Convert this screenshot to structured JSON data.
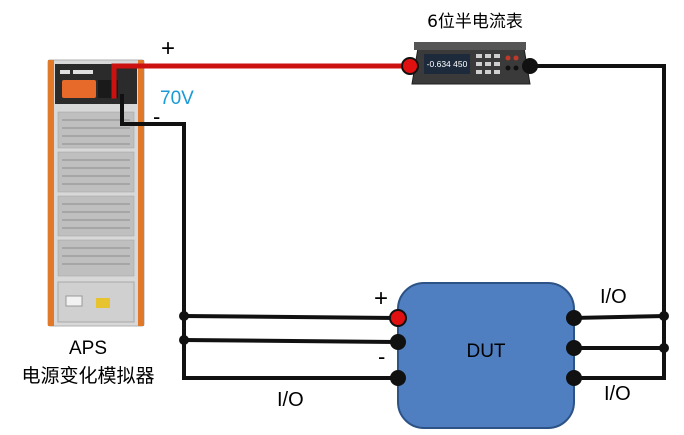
{
  "meter": {
    "title": "6位半电流表",
    "display": "-0.634 450"
  },
  "supply": {
    "name": "APS",
    "description": "电源变化模拟器",
    "voltage": "70V",
    "plus": "+",
    "minus": "-"
  },
  "dut": {
    "name": "DUT",
    "plus": "+",
    "minus": "-"
  },
  "io": {
    "right_top": "I/O",
    "right_bottom": "I/O",
    "left_bottom": "I/O"
  },
  "colors": {
    "positive_wire": "#cc1111",
    "wire": "#111111",
    "dut_fill": "#4f7fc0",
    "voltage_text": "#1a9ad6"
  }
}
